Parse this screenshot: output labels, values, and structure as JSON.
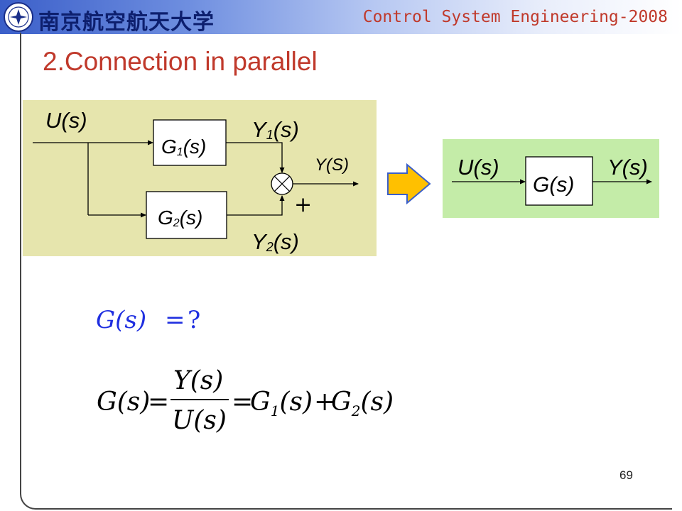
{
  "header": {
    "university_name": "南京航空航天大学",
    "course_title": "Control System Engineering-2008",
    "accent_color": "#3b5fc9",
    "course_title_color": "#c0392b"
  },
  "slide": {
    "title": "2.Connection in parallel",
    "page_number": "69"
  },
  "parallel_diagram": {
    "background_color": "#e6e5ad",
    "input_label": "U(s)",
    "block_1": {
      "base": "G",
      "sub": "1",
      "arg": "(s)"
    },
    "block_2": {
      "base": "G",
      "sub": "2",
      "arg": "(s)"
    },
    "output_1": {
      "base": "Y",
      "sub": "1",
      "arg": "(s)"
    },
    "output_2": {
      "base": "Y",
      "sub": "2",
      "arg": "(s)"
    },
    "sum_output_label": "Y(S)",
    "plus_sign": "+"
  },
  "transform_arrow": {
    "icon": "right-arrow-icon",
    "fill_color": "#ffc000",
    "stroke_color": "#3b5fc9"
  },
  "equivalent_diagram": {
    "background_color": "#c4eca8",
    "input_label": "U(s)",
    "block_label": "G(s)",
    "output_label": "Y(s)"
  },
  "equations": {
    "question": {
      "lhs": "G(s)",
      "eq": "=",
      "rhs": "?"
    },
    "result": {
      "lhs": "G(s)",
      "eq": "=",
      "numerator": "Y(s)",
      "denominator": "U(s)",
      "term1": {
        "base": "G",
        "sub": "1",
        "arg": "(s)"
      },
      "plus": "+",
      "term2": {
        "base": "G",
        "sub": "2",
        "arg": "(s)"
      }
    },
    "question_color": "#1f2fe0"
  }
}
